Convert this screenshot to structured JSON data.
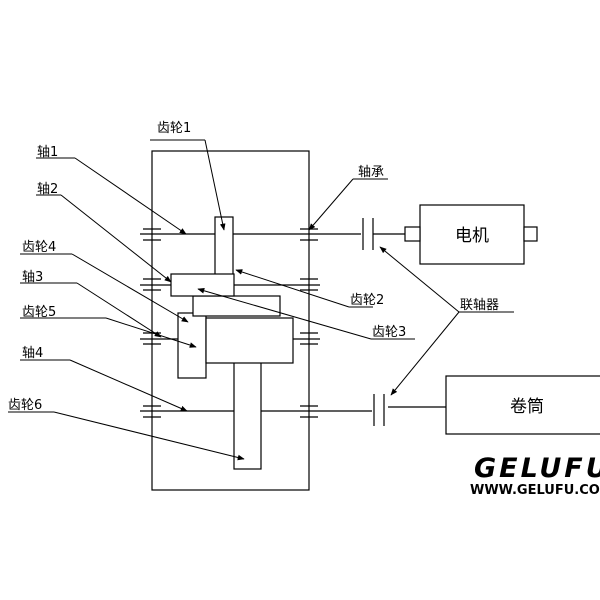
{
  "labels": {
    "gear1": "齿轮1",
    "shaft1": "轴1",
    "bearing": "轴承",
    "motor": "电机",
    "shaft2": "轴2",
    "gear4": "齿轮4",
    "shaft3": "轴3",
    "gear5": "齿轮5",
    "gear2": "齿轮2",
    "gear3": "齿轮3",
    "coupling": "联轴器",
    "shaft4": "轴4",
    "gear6": "齿轮6",
    "drum": "卷筒"
  },
  "watermark": {
    "brand": "GELUFU",
    "url": "WWW.GELUFU.COM"
  }
}
